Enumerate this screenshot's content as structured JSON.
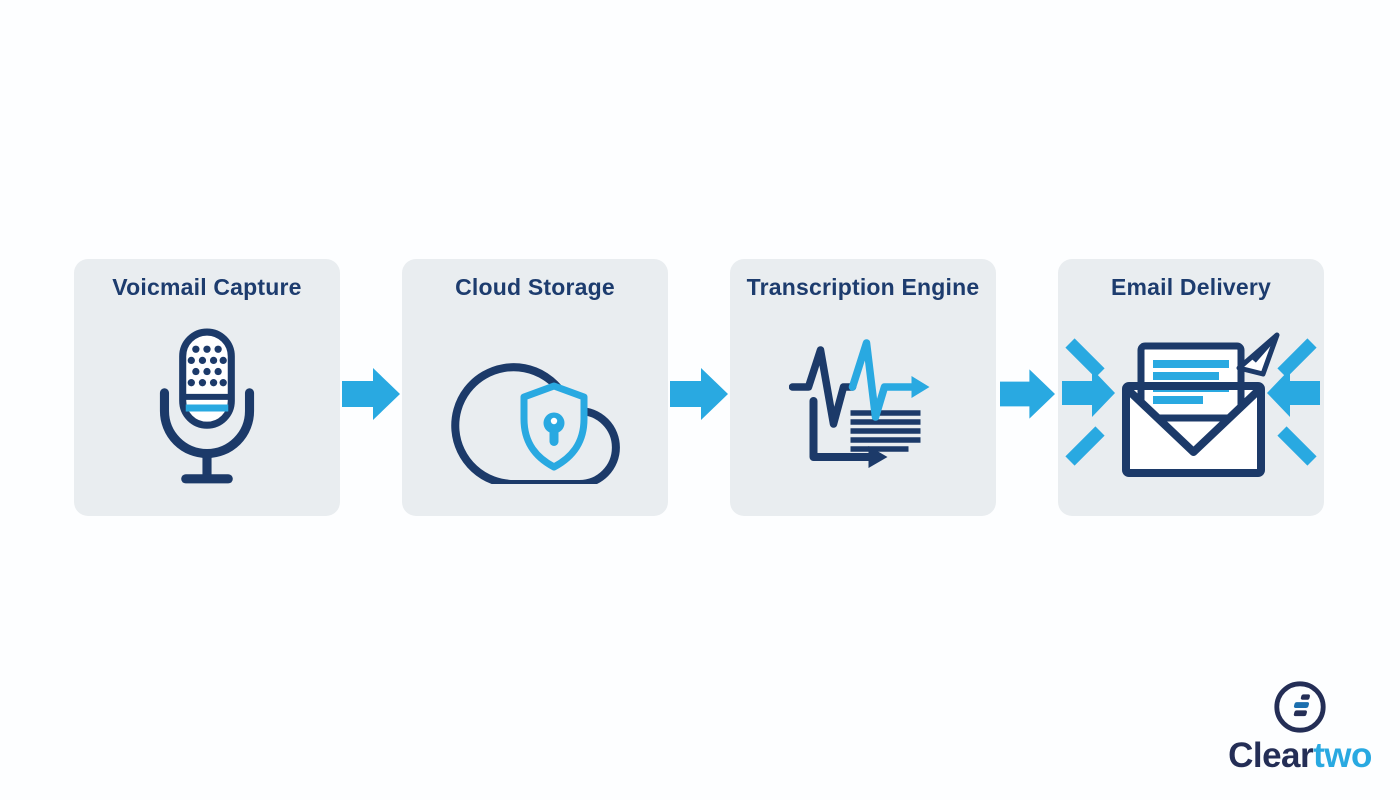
{
  "colors": {
    "navy": "#1c3a69",
    "blue": "#29a9e1",
    "card_background": "#e9edf0",
    "page_background": "#fdfeff",
    "title_text": "#1d3c6e",
    "logo_dark": "#242e56"
  },
  "steps": [
    {
      "label": "Voicmail Capture",
      "icon": "microphone-icon"
    },
    {
      "label": "Cloud Storage",
      "icon": "secure-cloud-icon"
    },
    {
      "label": "Transcription Engine",
      "icon": "waveform-transcript-icon"
    },
    {
      "label": "Email Delivery",
      "icon": "email-send-icon"
    }
  ],
  "connector": {
    "icon": "right-arrow-icon",
    "color": "#29a9e1"
  },
  "logo": {
    "mark": "cleartwo-circle-icon",
    "brand_primary": "Clear",
    "brand_secondary": "two"
  }
}
